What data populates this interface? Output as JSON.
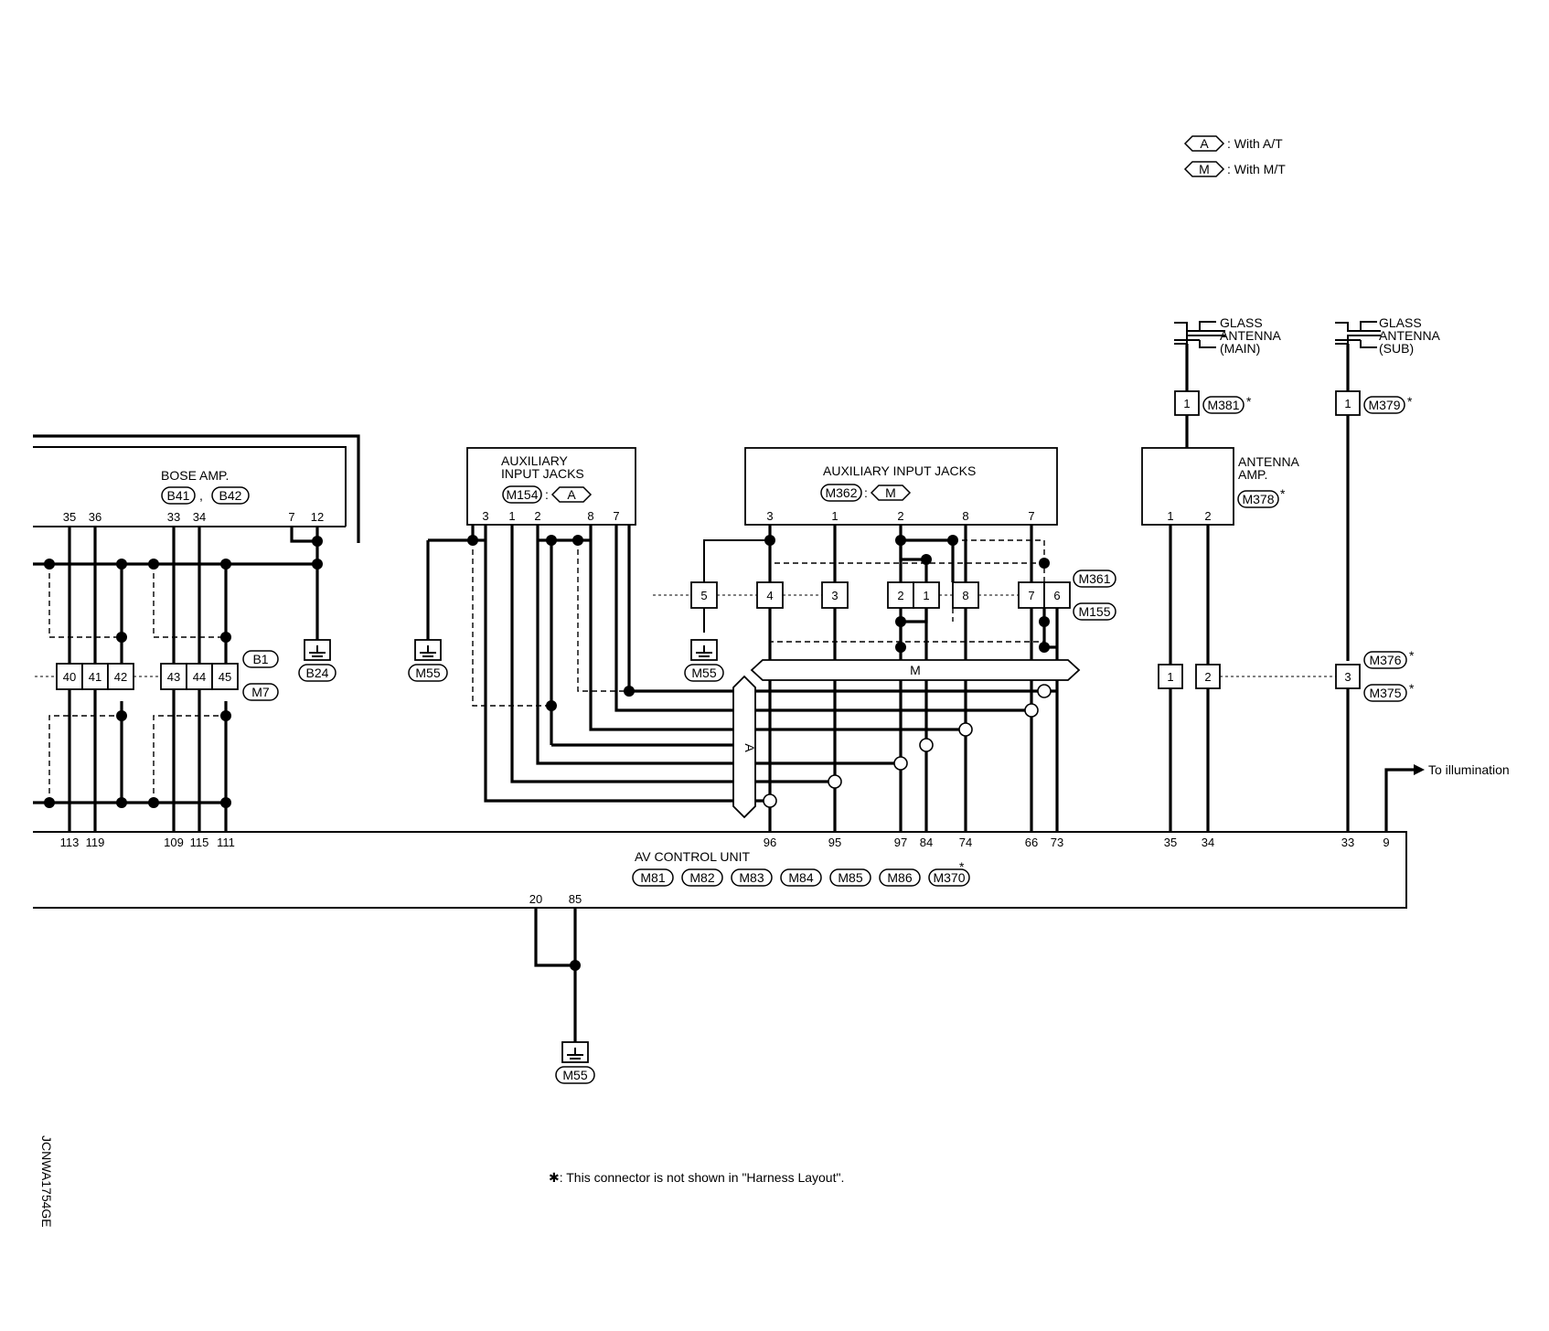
{
  "legend": {
    "at_code": "A",
    "at_text": ": With A/T",
    "mt_code": "M",
    "mt_text": ": With M/T"
  },
  "bose_amp": {
    "name": "BOSE AMP.",
    "connectors": [
      "B41",
      "B42"
    ],
    "pins": [
      "35",
      "36",
      "33",
      "34",
      "7",
      "12"
    ]
  },
  "ground_b24": "B24",
  "joint_connectors": [
    "B1",
    "M7"
  ],
  "joint_left_pins": [
    "40",
    "41",
    "42"
  ],
  "joint_right_pins": [
    "43",
    "44",
    "45"
  ],
  "aux_at": {
    "name_line1": "AUXILIARY",
    "name_line2": "INPUT JACKS",
    "connector": "M154",
    "variant": "A",
    "pins": [
      "3",
      "1",
      "2",
      "8",
      "7"
    ]
  },
  "aux_mt": {
    "name": "AUXILIARY INPUT JACKS",
    "connector": "M362",
    "variant": "M",
    "pins": [
      "3",
      "1",
      "2",
      "8",
      "7"
    ]
  },
  "ground_m55": "M55",
  "mid_joint": {
    "pins": [
      "5",
      "4",
      "3",
      "2",
      "1",
      "8",
      "7",
      "6"
    ],
    "connector_top": "M361",
    "connector_bottom": "M155"
  },
  "branch_m": "M",
  "branch_a": "A",
  "glass_main": {
    "l1": "GLASS",
    "l2": "ANTENNA",
    "l3": "(MAIN)",
    "pin": "1",
    "connector": "M381"
  },
  "glass_sub": {
    "l1": "GLASS",
    "l2": "ANTENNA",
    "l3": "(SUB)",
    "pin": "1",
    "connector": "M379"
  },
  "antenna_amp": {
    "l1": "ANTENNA",
    "l2": "AMP.",
    "connector": "M378",
    "pins": [
      "1",
      "2"
    ]
  },
  "ant_joint": {
    "pins": [
      "1",
      "2",
      "3"
    ],
    "connectors": [
      "M376",
      "M375"
    ]
  },
  "illumination": "To illumination",
  "av_unit": {
    "name": "AV CONTROL UNIT",
    "connectors": [
      "M81",
      "M82",
      "M83",
      "M84",
      "M85",
      "M86",
      "M370"
    ],
    "top_pins": [
      "113",
      "119",
      "109",
      "115",
      "111",
      "96",
      "95",
      "97",
      "84",
      "74",
      "66",
      "73",
      "35",
      "34",
      "33",
      "9"
    ],
    "bottom_pins": [
      "20",
      "85"
    ]
  },
  "asterisk": "*",
  "footnote": "✱: This connector is not shown in \"Harness Layout\".",
  "diagram_code": "JCNWA1754GE"
}
